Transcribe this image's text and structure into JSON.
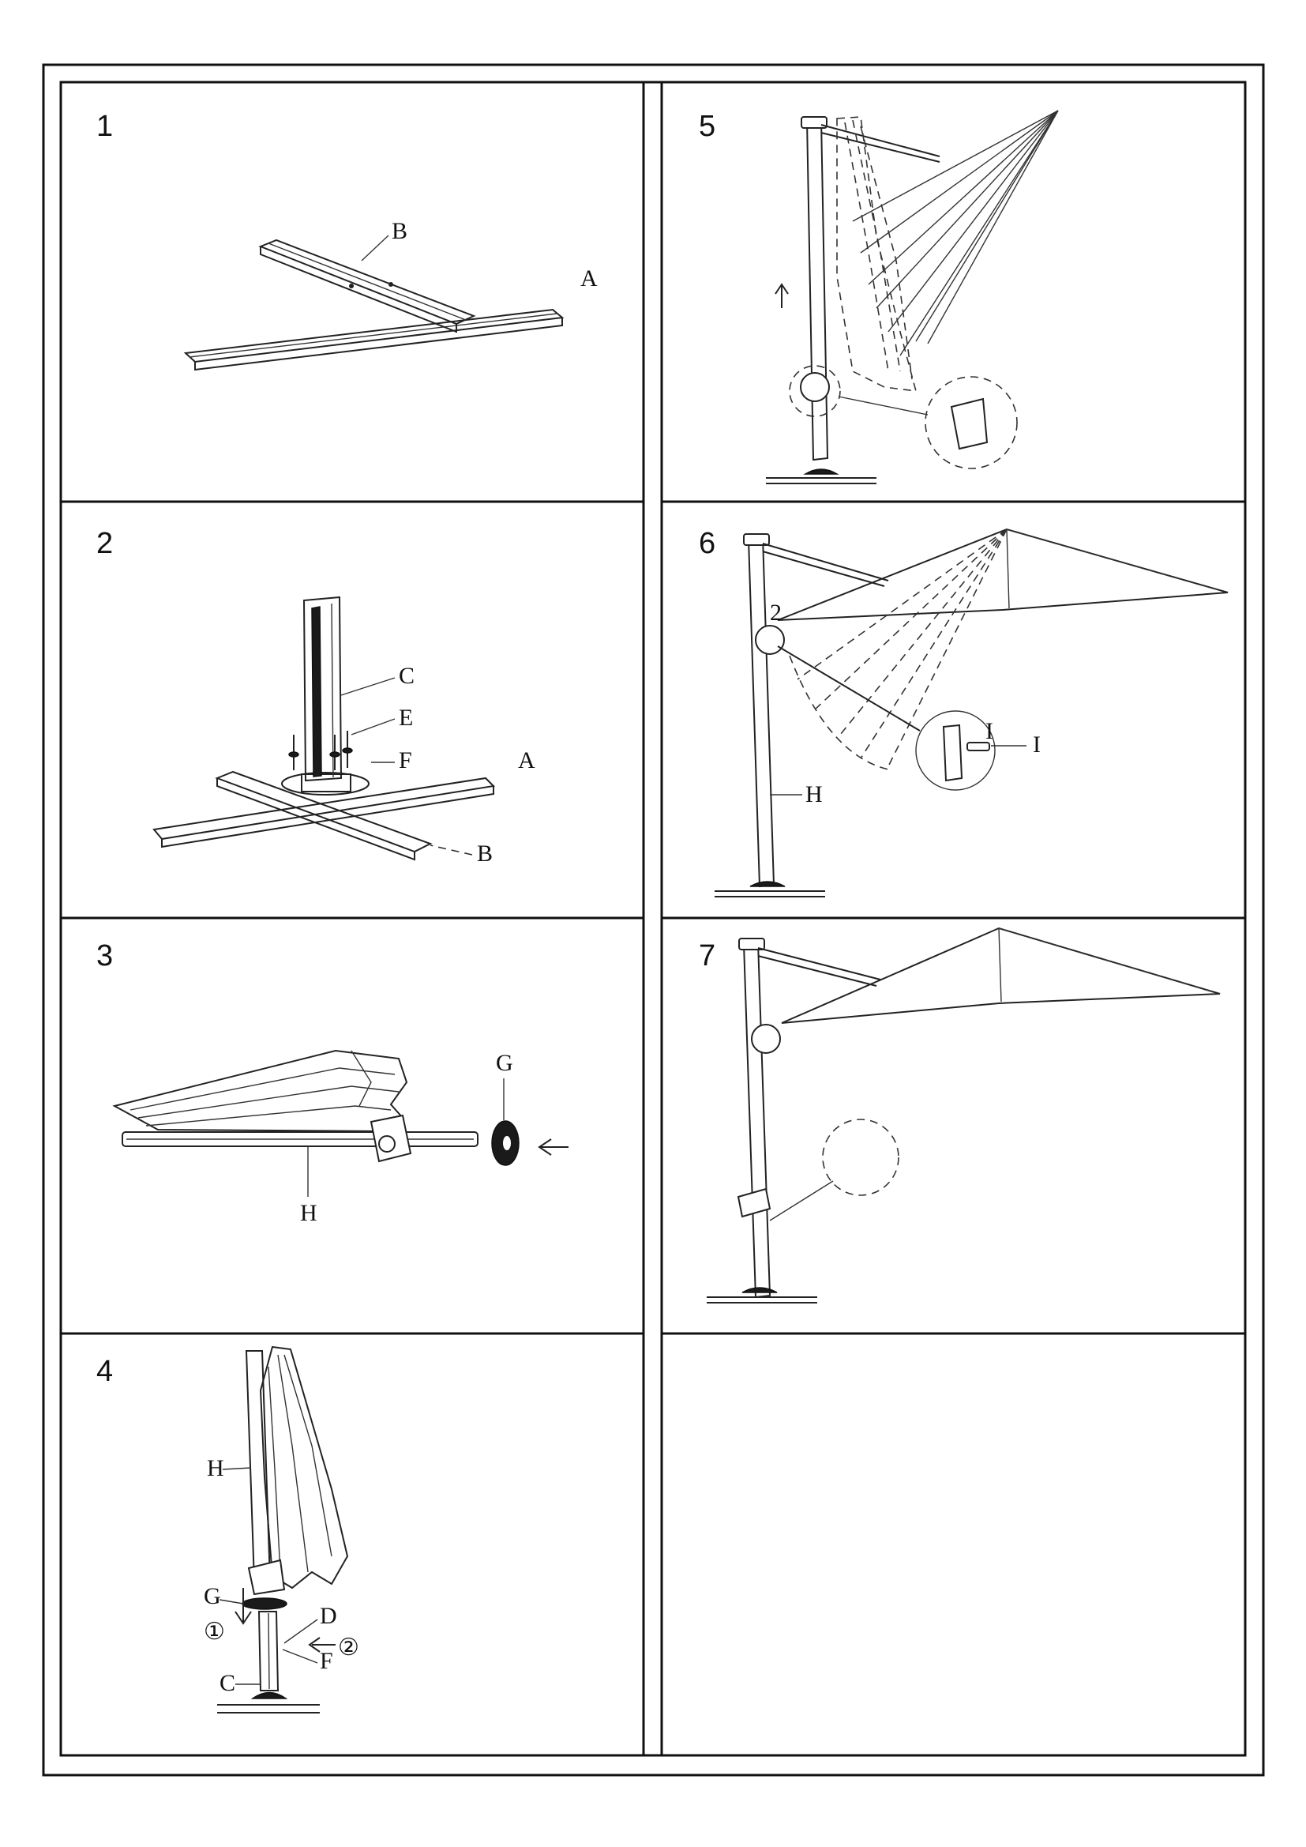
{
  "steps": [
    {
      "number": "1",
      "labels": {
        "a": "A",
        "b": "B"
      }
    },
    {
      "number": "2",
      "labels": {
        "a": "A",
        "b": "B",
        "c": "C",
        "e": "E",
        "f": "F"
      }
    },
    {
      "number": "3",
      "labels": {
        "g": "G",
        "h": "H"
      }
    },
    {
      "number": "4",
      "labels": {
        "c": "C",
        "d": "D",
        "f": "F",
        "g": "G",
        "h": "H",
        "one": "①",
        "two": "②"
      }
    },
    {
      "number": "5",
      "labels": {}
    },
    {
      "number": "6",
      "labels": {
        "h": "H",
        "i1": "I",
        "i2": "I",
        "two": "2"
      }
    },
    {
      "number": "7",
      "labels": {}
    }
  ]
}
